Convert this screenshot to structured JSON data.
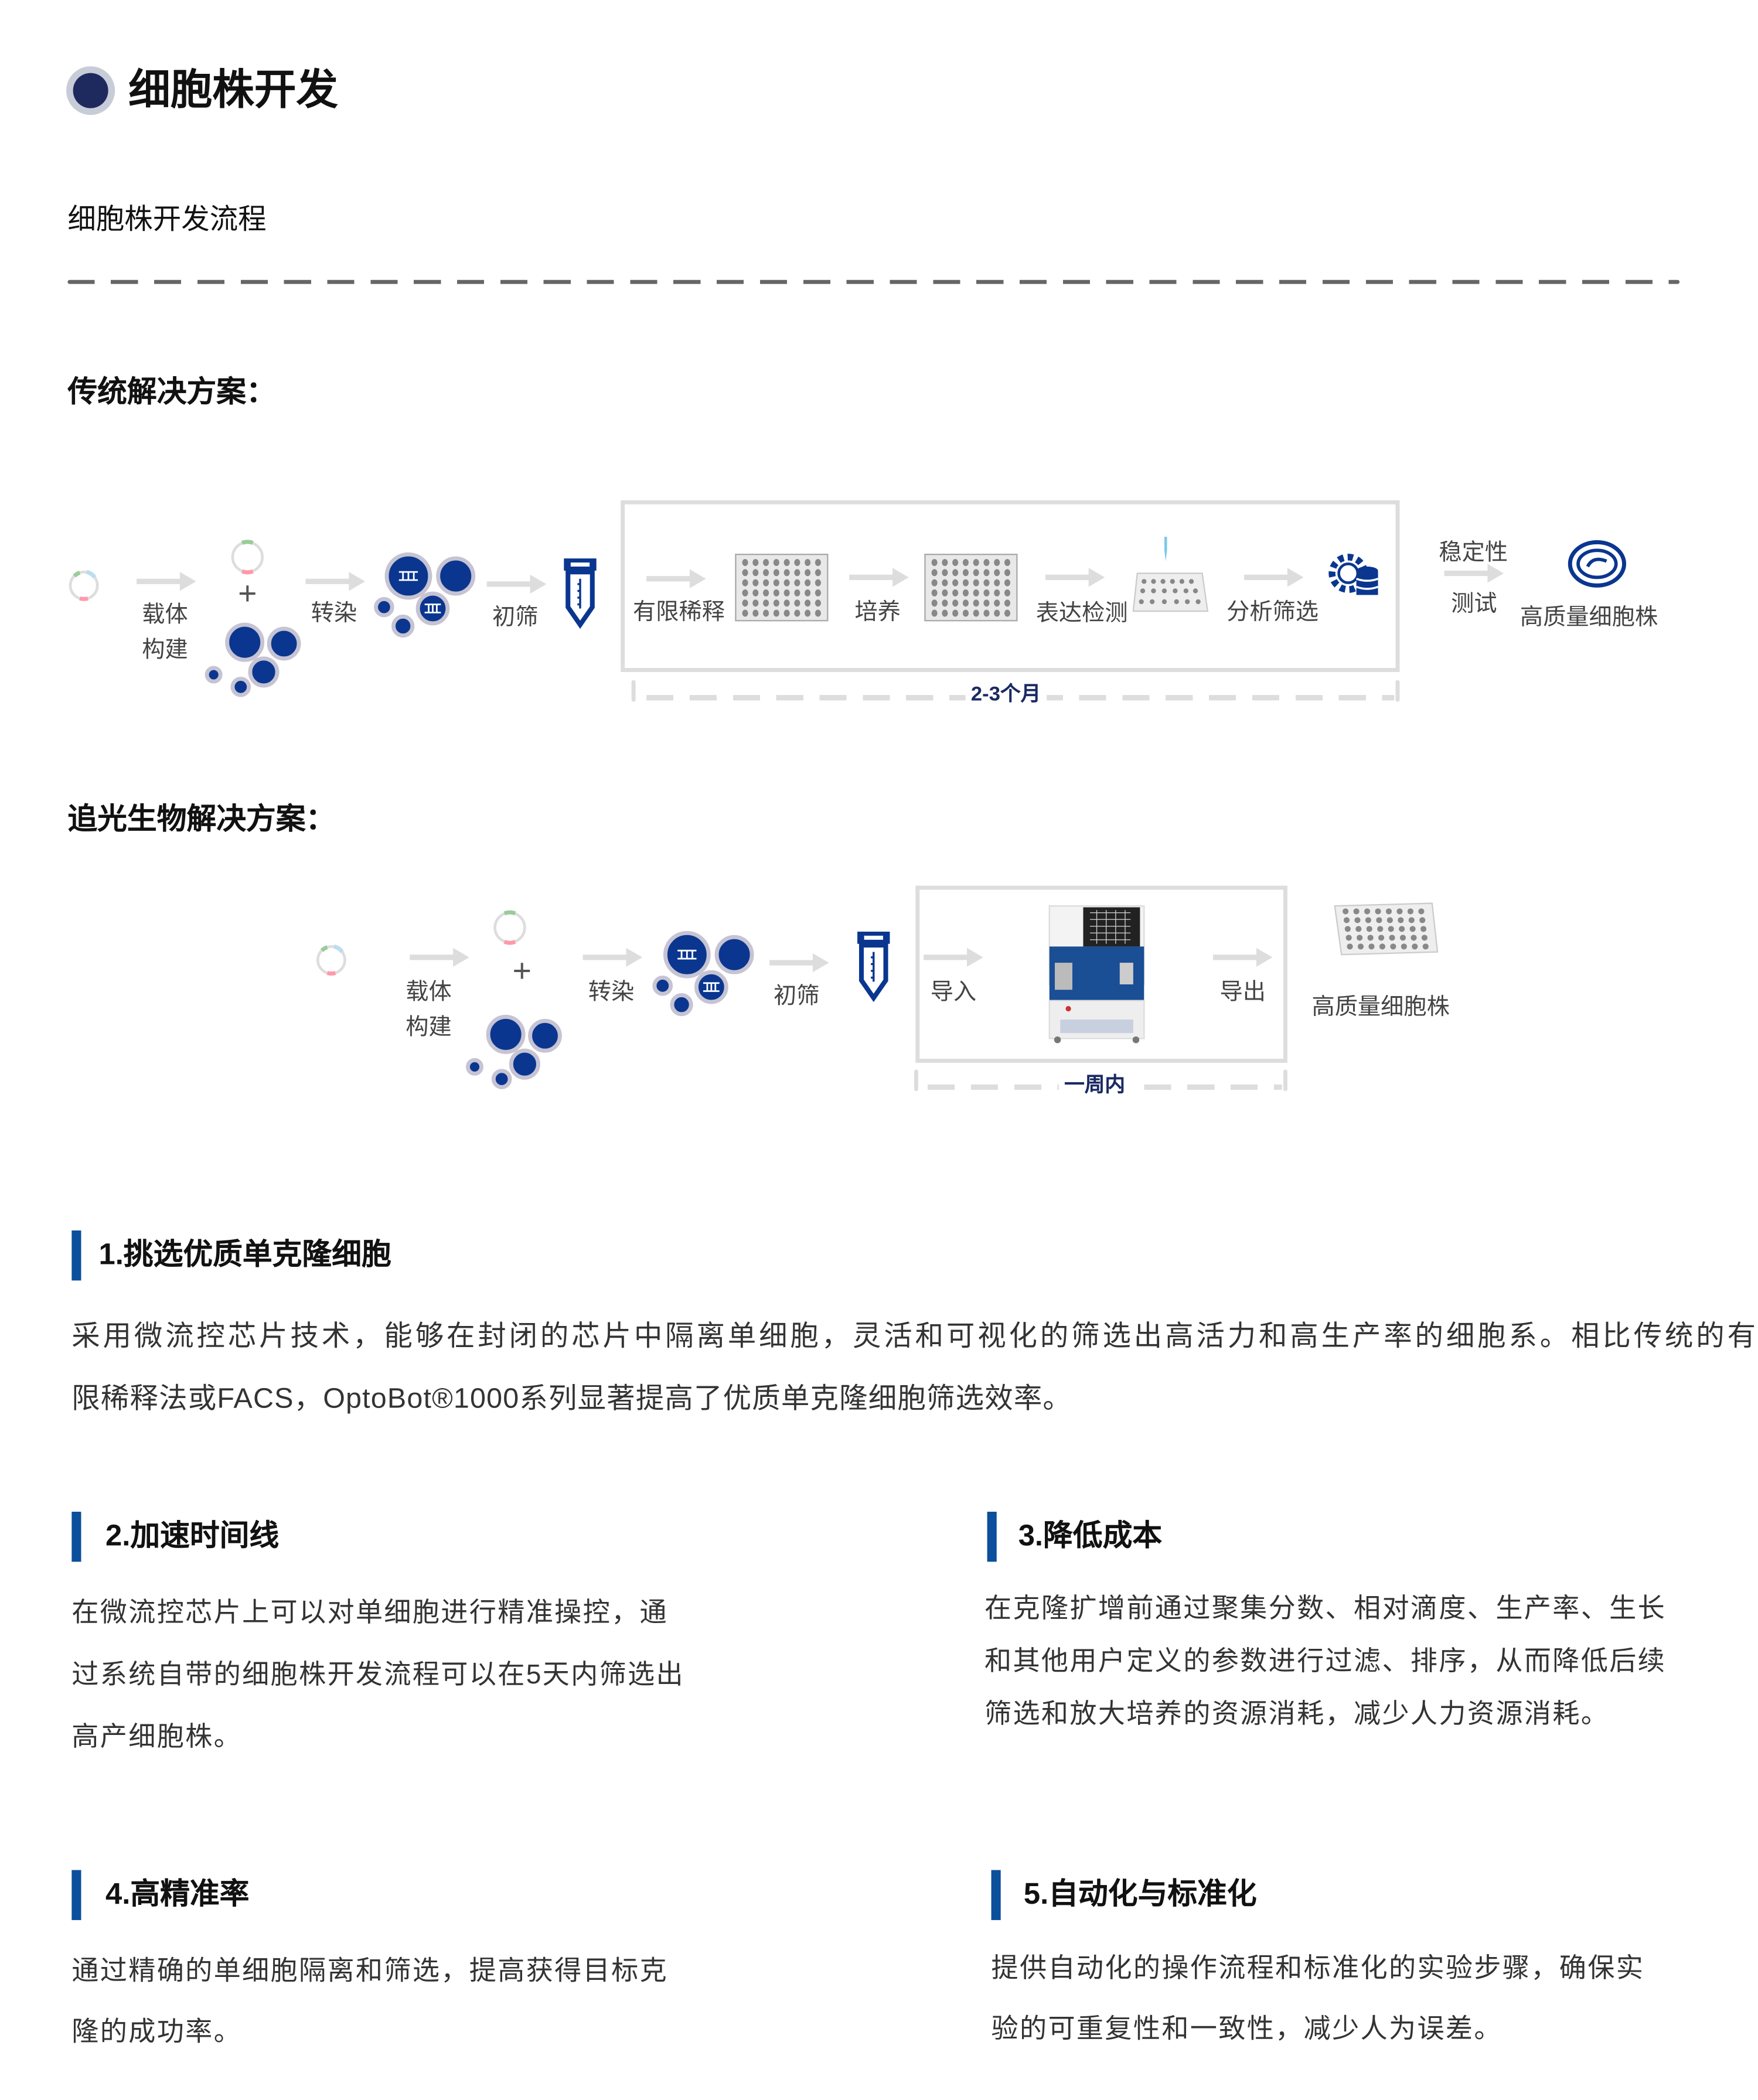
{
  "header": {
    "title": "细胞株开发",
    "subtitle": "细胞株开发流程"
  },
  "traditional": {
    "title": "传统解决方案：",
    "steps": {
      "vector_1": "载体",
      "vector_2": "构建",
      "transfect": "转染",
      "prescreen": "初筛",
      "dilution": "有限稀释",
      "culture": "培养",
      "expression": "表达检测",
      "analysis": "分析筛选",
      "stability_1": "稳定性",
      "stability_2": "测试",
      "result": "高质量细胞株"
    },
    "duration": "2-3个月"
  },
  "optobot": {
    "title": "追光生物解决方案：",
    "steps": {
      "vector_1": "载体",
      "vector_2": "构建",
      "transfect": "转染",
      "prescreen": "初筛",
      "import": "导入",
      "export": "导出",
      "result": "高质量细胞株"
    },
    "duration": "一周内"
  },
  "features": [
    {
      "title": "1.挑选优质单克隆细胞",
      "lines": [
        "采用微流控芯片技术，能够在封闭的芯片中隔离单细胞，灵活和可视化的筛选出高活力和高生产率的细胞系。相比传统的有",
        "限稀释法或FACS，OptoBot®1000系列显著提高了优质单克隆细胞筛选效率。"
      ]
    },
    {
      "title": "2.加速时间线",
      "lines": [
        "在微流控芯片上可以对单细胞进行精准操控，通",
        "过系统自带的细胞株开发流程可以在5天内筛选出",
        "高产细胞株。"
      ]
    },
    {
      "title": "3.降低成本",
      "lines": [
        "在克隆扩增前通过聚集分数、相对滴度、生产率、生长",
        "和其他用户定义的参数进行过滤、排序，从而降低后续",
        "筛选和放大培养的资源消耗，减少人力资源消耗。"
      ]
    },
    {
      "title": "4.高精准率",
      "lines": [
        "通过精确的单细胞隔离和筛选，提高获得目标克",
        "隆的成功率。"
      ]
    },
    {
      "title": "5.自动化与标准化",
      "lines": [
        "提供自动化的操作流程和标准化的实验步骤，确保实",
        "验的可重复性和一致性，减少人为误差。"
      ]
    }
  ],
  "colors": {
    "navy": "#1e2a5e",
    "accent_bar": "#0c4f9c",
    "cell_blue": "#0a3690",
    "arrow": "#dddddd"
  }
}
